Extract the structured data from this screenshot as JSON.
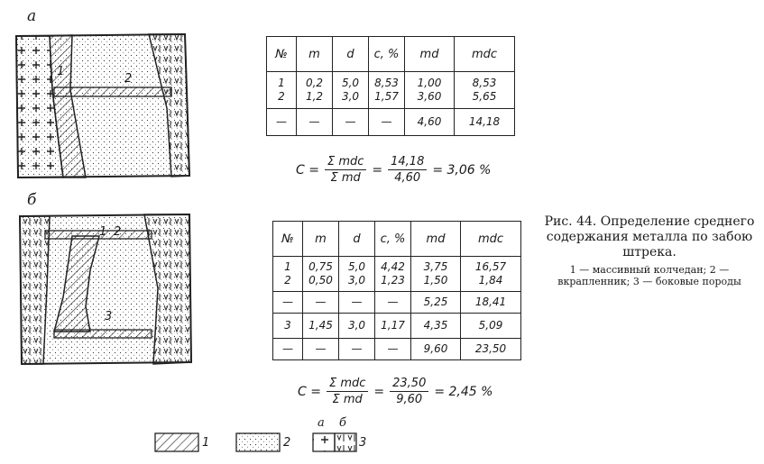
{
  "panels": {
    "a": {
      "letter": "а",
      "sketch_labels": [
        "1",
        "2"
      ],
      "table": {
        "headers": [
          "№",
          "m",
          "d",
          "c, %",
          "md",
          "mdc"
        ],
        "group_rows": [
          [
            [
              "1",
              "2"
            ],
            [
              "0,2",
              "1,2"
            ],
            [
              "5,0",
              "3,0"
            ],
            [
              "8,53",
              "1,57"
            ],
            [
              "1,00",
              "3,60"
            ],
            [
              "8,53",
              "5,65"
            ]
          ]
        ],
        "rows": [
          [
            "—",
            "—",
            "—",
            "—",
            "4,60",
            "14,18"
          ]
        ]
      },
      "formula": {
        "lhs": "C =",
        "num1": "Σ mdc",
        "den1": "Σ md",
        "eq": "=",
        "num2": "14,18",
        "den2": "4,60",
        "result": "= 3,06 %"
      }
    },
    "b": {
      "letter": "б",
      "sketch_labels": [
        "1",
        "2",
        "3"
      ],
      "table": {
        "headers": [
          "№",
          "m",
          "d",
          "c, %",
          "md",
          "mdc"
        ],
        "group_rows": [
          [
            [
              "1",
              "2"
            ],
            [
              "0,75",
              "0,50"
            ],
            [
              "5,0",
              "3,0"
            ],
            [
              "4,42",
              "1,23"
            ],
            [
              "3,75",
              "1,50"
            ],
            [
              "16,57",
              "1,84"
            ]
          ]
        ],
        "rows": [
          [
            "—",
            "—",
            "—",
            "—",
            "5,25",
            "18,41"
          ],
          [
            "3",
            "1,45",
            "3,0",
            "1,17",
            "4,35",
            "5,09"
          ],
          [
            "—",
            "—",
            "—",
            "—",
            "9,60",
            "23,50"
          ]
        ]
      },
      "formula": {
        "lhs": "C =",
        "num1": "Σ mdc",
        "den1": "Σ md",
        "eq": "=",
        "num2": "23,50",
        "den2": "9,60",
        "result": "= 2,45 %"
      }
    }
  },
  "caption": {
    "title": "Рис. 44. Определение среднего содержания металла по забою штрека.",
    "legend_text": "1 — массивный колчедан; 2 — вкрапленник; 3 — боковые породы"
  },
  "legend": {
    "label_1": "1",
    "label_2": "2",
    "label_3": "3",
    "sub_a": "а",
    "sub_b": "б"
  },
  "colors": {
    "ink": "#1a1a1a",
    "paper": "#ffffff"
  }
}
